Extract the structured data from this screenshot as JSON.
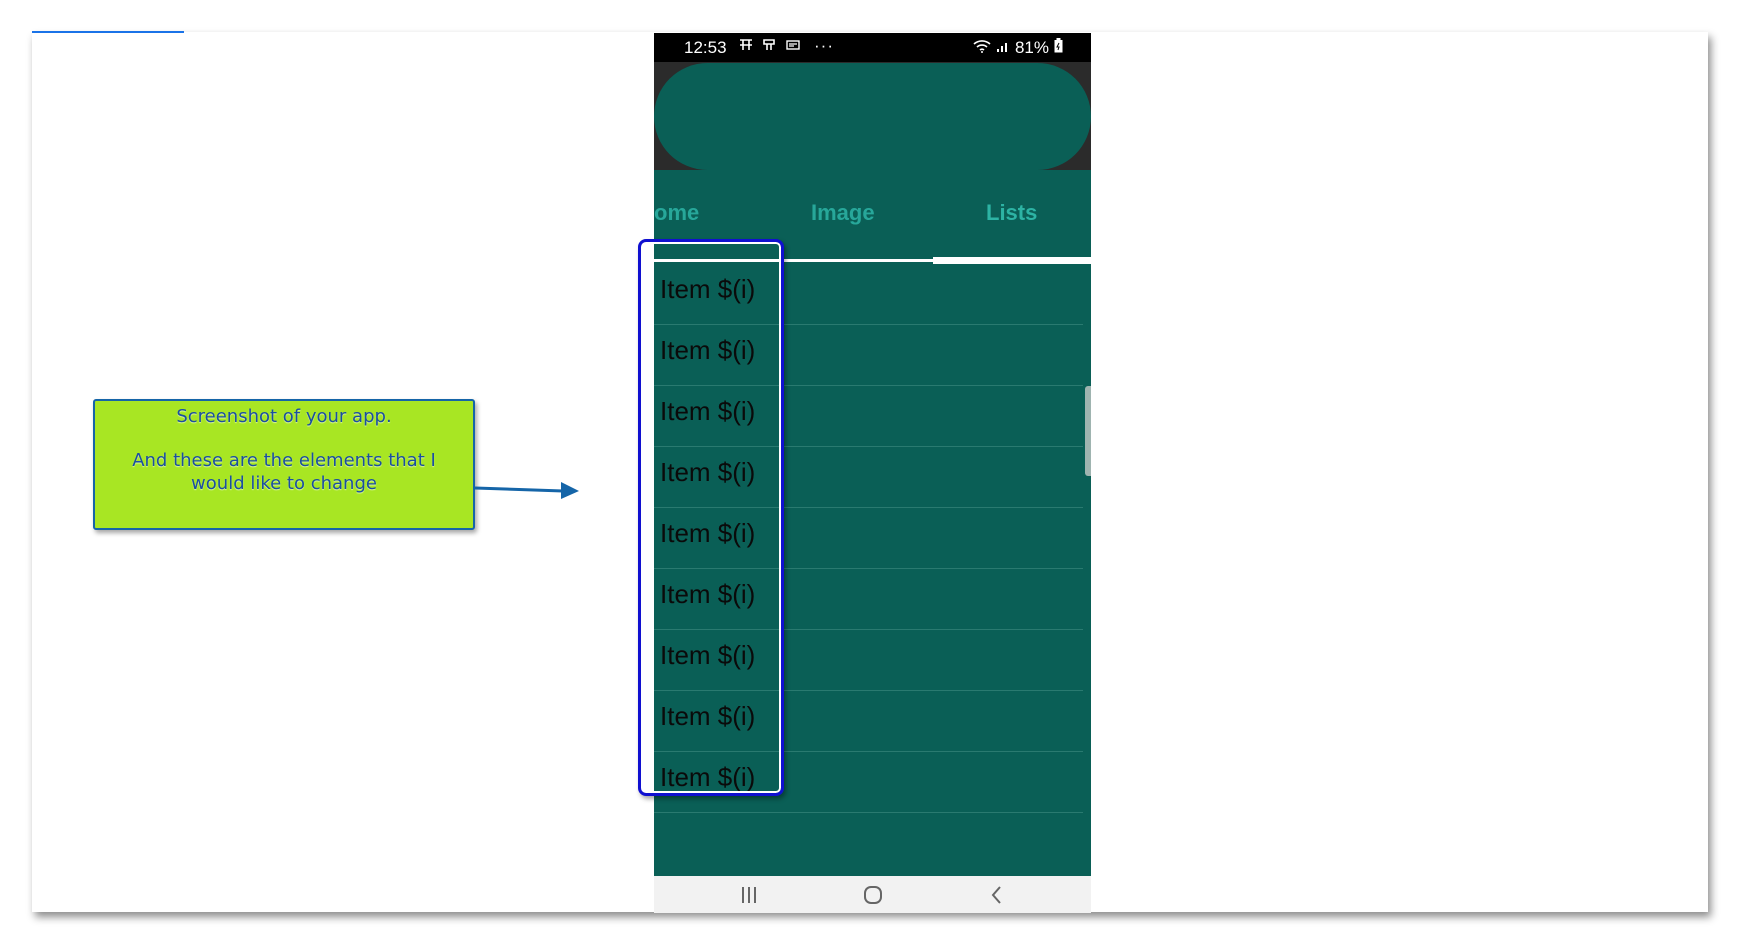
{
  "status_bar": {
    "time": "12:53",
    "dots": "···",
    "battery": "81%"
  },
  "tabs": [
    {
      "label": "ome"
    },
    {
      "label": "Image"
    },
    {
      "label": "Lists"
    }
  ],
  "list": {
    "items": [
      {
        "label": "Item $(i)"
      },
      {
        "label": "Item $(i)"
      },
      {
        "label": "Item $(i)"
      },
      {
        "label": "Item $(i)"
      },
      {
        "label": "Item $(i)"
      },
      {
        "label": "Item $(i)"
      },
      {
        "label": "Item $(i)"
      },
      {
        "label": "Item $(i)"
      },
      {
        "label": "Item $(i)"
      }
    ]
  },
  "callout": {
    "line1": "Screenshot of your app.",
    "line2": "And these are the elements that I",
    "line3": "would like to change"
  },
  "colors": {
    "app_teal": "#0a5f56",
    "tab_text": "#27a79a",
    "callout_bg": "#a8e623",
    "callout_border": "#1565a8",
    "highlight_border": "#1010d0"
  },
  "icons": {
    "status_left": [
      "notification-icon",
      "notification-icon",
      "notification-icon"
    ],
    "wifi": "wifi-icon",
    "signal": "signal-icon",
    "battery": "battery-icon",
    "nav": [
      "recents-icon",
      "home-icon",
      "back-icon"
    ]
  }
}
